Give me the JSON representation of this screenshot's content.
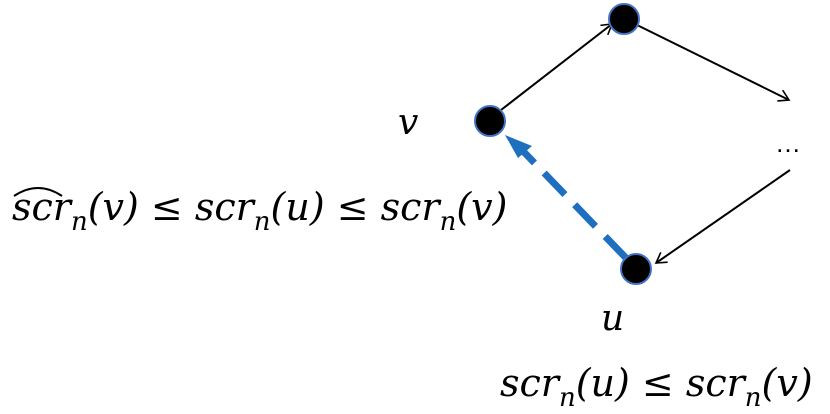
{
  "labels": {
    "v": "v",
    "u": "u",
    "ellipsis": "…",
    "left_condition": {
      "hat_group": "scr",
      "part1": "(v) ≤ scr",
      "part2": "(u) ≤ scr",
      "part3": "(v)",
      "sub": "n"
    },
    "bottom_condition": {
      "part1": "scr",
      "part2": "(u) ≤ scr",
      "part3": "(v)",
      "sub": "n"
    }
  },
  "colors": {
    "node_fill": "#000000",
    "node_outline": "#4472C4",
    "edge": "#000000",
    "dashed_edge": "#1F6FBF",
    "text": "#000000"
  }
}
